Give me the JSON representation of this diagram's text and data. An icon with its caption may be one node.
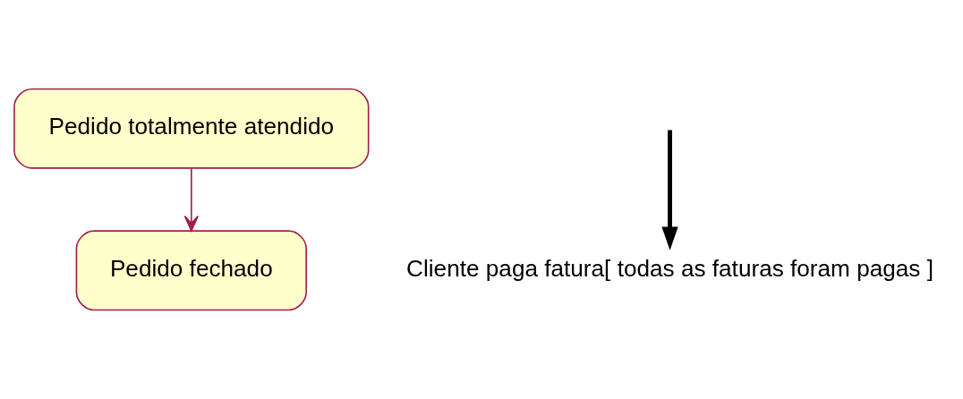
{
  "diagram": {
    "nodes": [
      {
        "text": [
          "Pedido totalmente atendido"
        ]
      },
      {
        "text": [
          "Pedido fechado"
        ]
      },
      {
        "text": [
          "Cliente paga fatura[ todas as faturas foram pagas ]"
        ]
      }
    ],
    "edges": [
      {
        "from": 0,
        "to": 1,
        "arrow": "to",
        "color": "#a0204a"
      },
      {
        "from": null,
        "to": 2,
        "arrow": "to",
        "style": "thick",
        "color": "#000000"
      }
    ]
  }
}
